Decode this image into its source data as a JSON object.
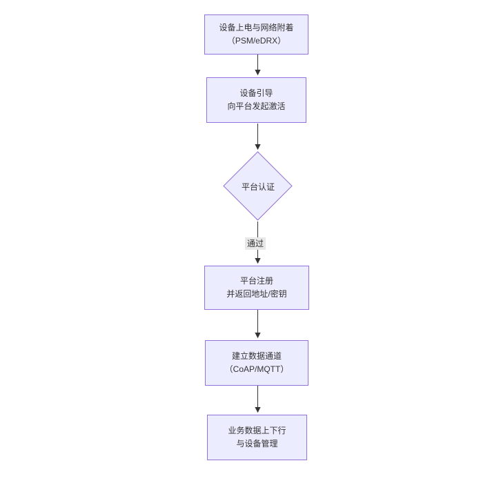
{
  "diagram": {
    "type": "flowchart",
    "direction": "top-down",
    "colors": {
      "background": "#ffffff",
      "node_fill": "#ECECFF",
      "node_border": "#9370DB",
      "text": "#333333",
      "arrow": "#333333",
      "edge_label_bg": "#e8e8e8"
    },
    "nodes": [
      {
        "id": "power_on",
        "shape": "rect",
        "lines": [
          "设备上电与网络附着",
          "（PSM/eDRX）"
        ]
      },
      {
        "id": "bootstrap",
        "shape": "rect",
        "lines": [
          "设备引导",
          "向平台发起激活"
        ]
      },
      {
        "id": "auth",
        "shape": "diamond",
        "lines": [
          "平台认证"
        ]
      },
      {
        "id": "register",
        "shape": "rect",
        "lines": [
          "平台注册",
          "并返回地址/密钥"
        ]
      },
      {
        "id": "channel",
        "shape": "rect",
        "lines": [
          "建立数据通道",
          "（CoAP/MQTT）"
        ]
      },
      {
        "id": "business",
        "shape": "rect",
        "lines": [
          "业务数据上下行",
          "与设备管理"
        ]
      }
    ],
    "edges": [
      {
        "from": "power_on",
        "to": "bootstrap",
        "label": ""
      },
      {
        "from": "bootstrap",
        "to": "auth",
        "label": ""
      },
      {
        "from": "auth",
        "to": "register",
        "label": "通过"
      },
      {
        "from": "register",
        "to": "channel",
        "label": ""
      },
      {
        "from": "channel",
        "to": "business",
        "label": ""
      }
    ]
  }
}
